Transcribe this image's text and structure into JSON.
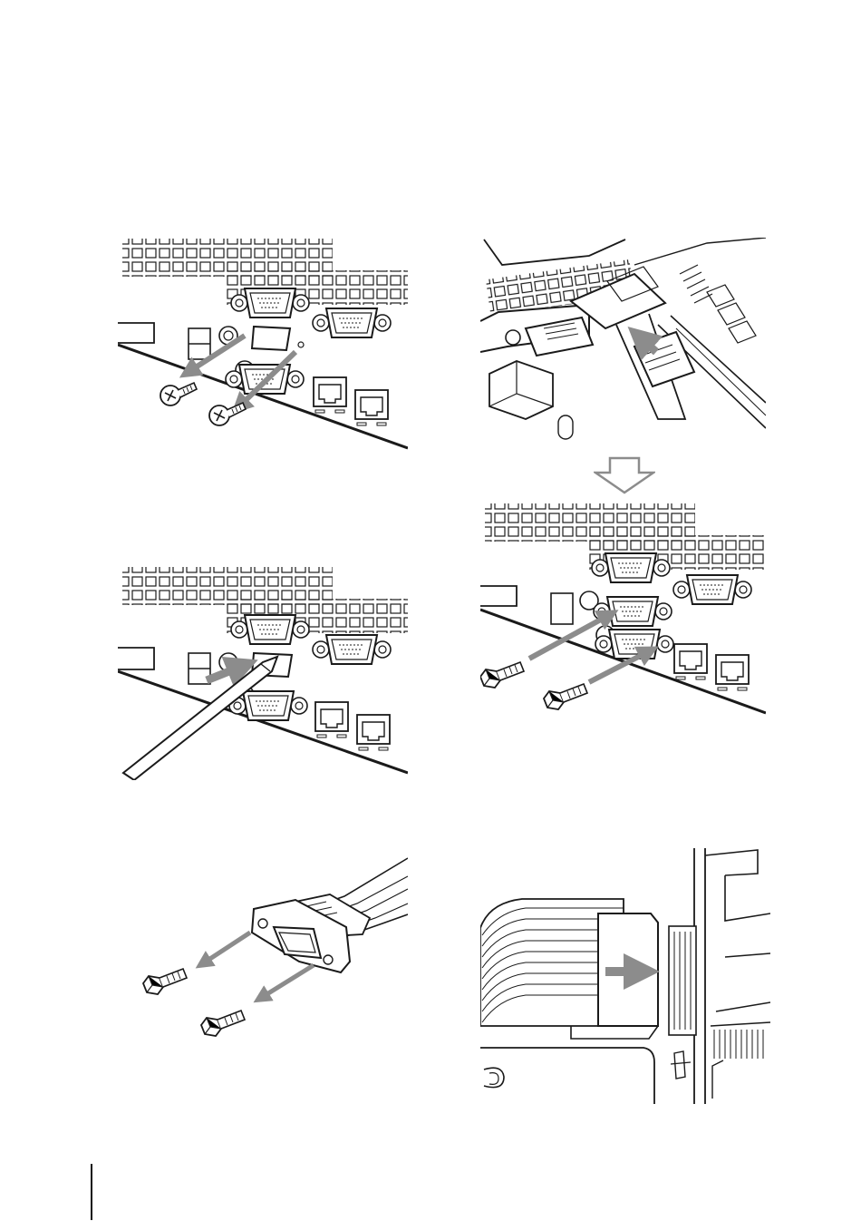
{
  "page": {
    "description_text": "",
    "figures": [
      {
        "id": "fig-remove-screws",
        "icon": "screw-removal-illustration"
      },
      {
        "id": "fig-pry-cover",
        "icon": "screwdriver-knockout-illustration"
      },
      {
        "id": "fig-connector-screws",
        "icon": "connector-hex-screw-illustration"
      },
      {
        "id": "fig-cable-board",
        "icon": "internal-cable-connection-illustration"
      },
      {
        "id": "fig-install-screws",
        "icon": "hex-screw-install-illustration"
      },
      {
        "id": "fig-ribbon-insert",
        "icon": "ribbon-cable-insert-illustration"
      }
    ],
    "colors": {
      "line": "#1a1a1a",
      "arrow_fill": "#8c8c8c",
      "paper": "#ffffff"
    }
  }
}
